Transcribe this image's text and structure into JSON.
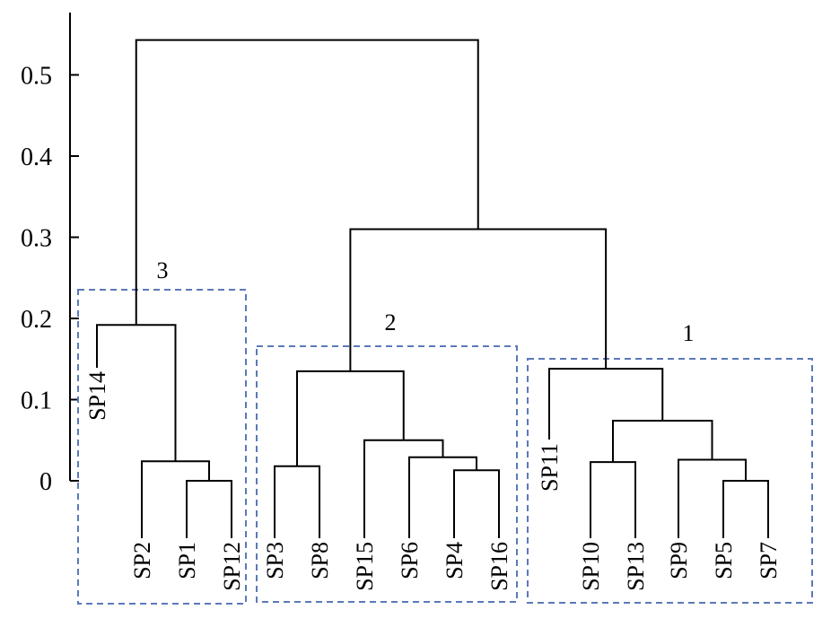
{
  "chart_data": {
    "type": "dendrogram",
    "title": "",
    "xlabel": "",
    "ylabel": "",
    "ylim": [
      0,
      0.55
    ],
    "yticks": [
      {
        "value": 0,
        "label": "0"
      },
      {
        "value": 0.1,
        "label": "0.1"
      },
      {
        "value": 0.2,
        "label": "0.2"
      },
      {
        "value": 0.3,
        "label": "0.3"
      },
      {
        "value": 0.4,
        "label": "0.4"
      },
      {
        "value": 0.5,
        "label": "0.5"
      }
    ],
    "leaf_order": [
      "SP14",
      "SP2",
      "SP1",
      "SP12",
      "SP3",
      "SP8",
      "SP15",
      "SP6",
      "SP4",
      "SP16",
      "SP11",
      "SP10",
      "SP13",
      "SP9",
      "SP5",
      "SP7"
    ],
    "merges": [
      {
        "id": "m1",
        "left": "SP1",
        "right": "SP12",
        "height": 0.0
      },
      {
        "id": "m2",
        "left": "SP2",
        "right": "m1",
        "height": 0.024
      },
      {
        "id": "m3",
        "left": "SP14",
        "right": "m2",
        "height": 0.192
      },
      {
        "id": "m4",
        "left": "SP3",
        "right": "SP8",
        "height": 0.018
      },
      {
        "id": "m5",
        "left": "SP4",
        "right": "SP16",
        "height": 0.013
      },
      {
        "id": "m6",
        "left": "SP6",
        "right": "m5",
        "height": 0.029
      },
      {
        "id": "m7",
        "left": "SP15",
        "right": "m6",
        "height": 0.05
      },
      {
        "id": "m8",
        "left": "m4",
        "right": "m7",
        "height": 0.135
      },
      {
        "id": "m9",
        "left": "SP10",
        "right": "SP13",
        "height": 0.023
      },
      {
        "id": "m10",
        "left": "SP5",
        "right": "SP7",
        "height": 0.0
      },
      {
        "id": "m11",
        "left": "SP9",
        "right": "m10",
        "height": 0.026
      },
      {
        "id": "m12",
        "left": "m9",
        "right": "m11",
        "height": 0.074
      },
      {
        "id": "m13",
        "left": "SP11",
        "right": "m12",
        "height": 0.138
      },
      {
        "id": "m14",
        "left": "m8",
        "right": "m13",
        "height": 0.31
      },
      {
        "id": "m15",
        "left": "m3",
        "right": "m14",
        "height": 0.543
      }
    ],
    "clusters": [
      {
        "label": "3",
        "members": [
          "SP14",
          "SP2",
          "SP1",
          "SP12"
        ]
      },
      {
        "label": "2",
        "members": [
          "SP3",
          "SP8",
          "SP15",
          "SP6",
          "SP4",
          "SP16"
        ]
      },
      {
        "label": "1",
        "members": [
          "SP11",
          "SP10",
          "SP13",
          "SP9",
          "SP5",
          "SP7"
        ]
      }
    ],
    "grid": false,
    "colors": {
      "lines": "#000000",
      "cluster_box": "#5b79b8"
    }
  }
}
